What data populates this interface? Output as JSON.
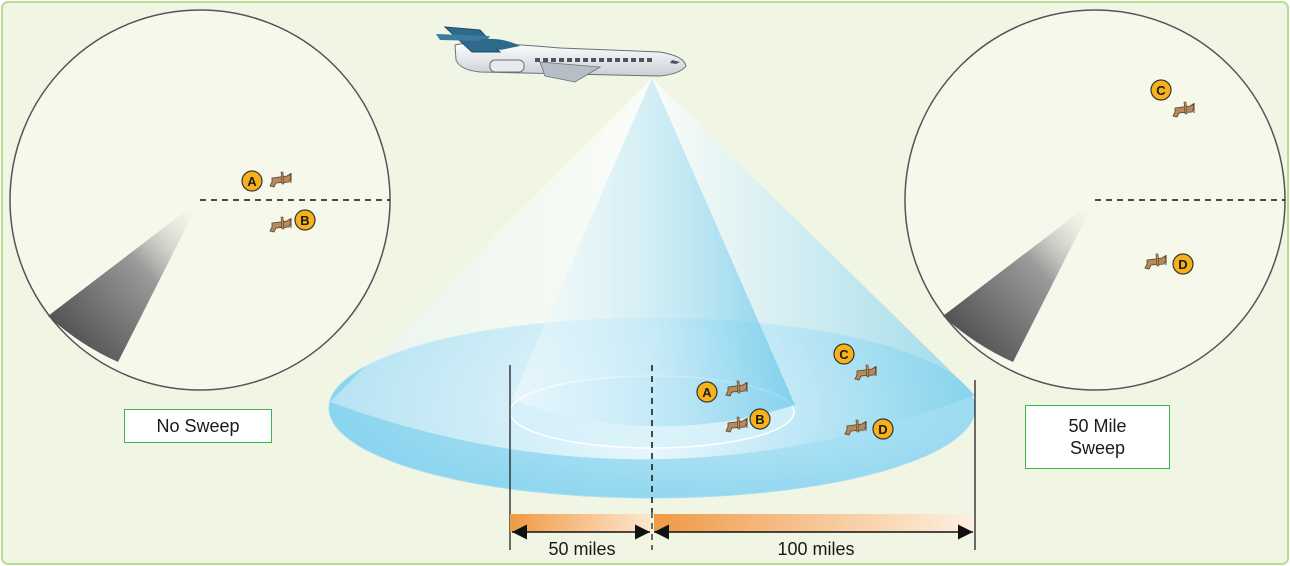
{
  "scope_left": {
    "label": "No Sweep",
    "targets": [
      {
        "id": "A",
        "icon": "aircraft-icon"
      },
      {
        "id": "B",
        "icon": "aircraft-icon"
      }
    ]
  },
  "scope_right": {
    "label_line1": "50 Mile",
    "label_line2": "Sweep",
    "targets": [
      {
        "id": "C",
        "icon": "aircraft-icon"
      },
      {
        "id": "D",
        "icon": "aircraft-icon"
      }
    ]
  },
  "coverage": {
    "targets": [
      "A",
      "B",
      "C",
      "D"
    ]
  },
  "distances": {
    "near": "50 miles",
    "far": "100 miles"
  },
  "colors": {
    "background": "#f1f5e4",
    "border": "#b9dc92",
    "scope_face": "#f6f8ec",
    "beam": "#7fd0ec",
    "marker": "#f7b21b",
    "aircraft": "#b58a5f",
    "distance_bar": "#f3a25a",
    "label_border": "#3cb54a"
  }
}
